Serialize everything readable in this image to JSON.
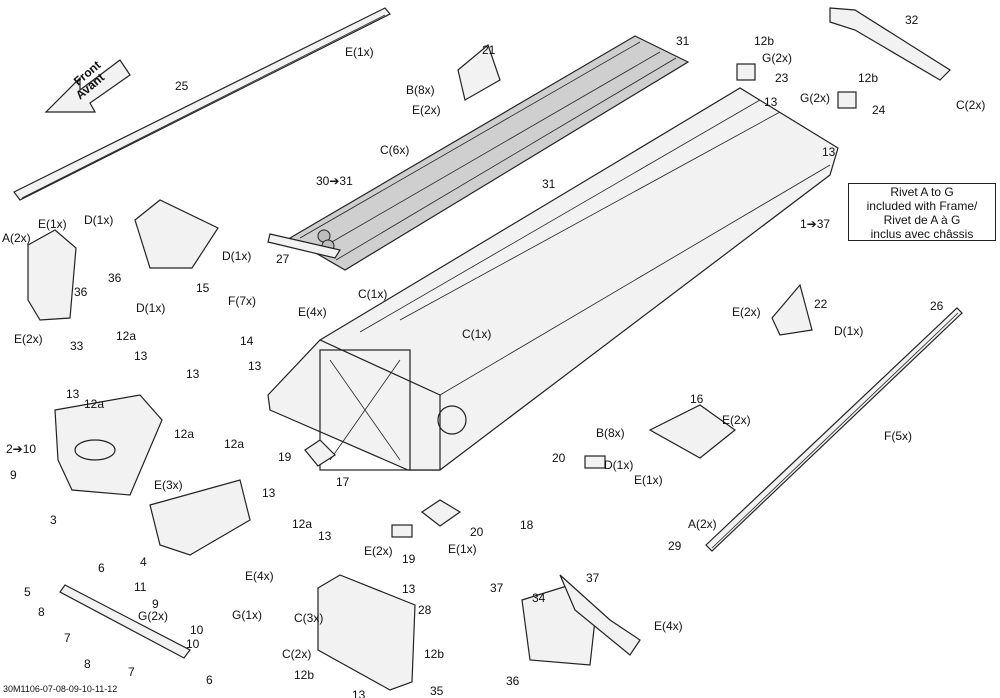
{
  "diagram": {
    "front_arrow": {
      "line1": "Front",
      "line2": "Avant"
    },
    "note": {
      "lines": [
        "Rivet A to G",
        "included with Frame/",
        "Rivet de A à G",
        "inclus avec châssis"
      ]
    },
    "drawing_code": "30M1106-07-08-09-10-11-12",
    "callouts": [
      "E(1x)",
      "25",
      "A(2x)",
      "E(1x)",
      "D(1x)",
      "D(1x)",
      "36",
      "15",
      "D(1x)",
      "36",
      "E(2x)",
      "33",
      "21",
      "B(8x)",
      "E(2x)",
      "31",
      "C(6x)",
      "30➔31",
      "31",
      "27",
      "12b",
      "G(2x)",
      "23",
      "13",
      "12b",
      "G(2x)",
      "24",
      "13",
      "32",
      "C(2x)",
      "1➔37",
      "F(7x)",
      "E(4x)",
      "C(1x)",
      "C(1x)",
      "14",
      "13",
      "12a",
      "13",
      "13",
      "12a",
      "13",
      "12a",
      "2➔10",
      "9",
      "3",
      "12a",
      "13",
      "E(3x)",
      "19",
      "17",
      "12a",
      "13",
      "4",
      "5",
      "11",
      "6",
      "9",
      "G(2x)",
      "10",
      "8",
      "7",
      "10",
      "8",
      "7",
      "6",
      "G(1x)",
      "E(4x)",
      "B(8x)",
      "E(2x)",
      "22",
      "D(1x)",
      "16",
      "E(2x)",
      "20",
      "D(1x)",
      "E(1x)",
      "26",
      "F(5x)",
      "18",
      "20",
      "E(2x)",
      "19",
      "E(1x)",
      "A(2x)",
      "29",
      "13",
      "C(3x)",
      "28",
      "12b",
      "C(2x)",
      "12b",
      "13",
      "35",
      "37",
      "37",
      "34",
      "E(4x)",
      "36"
    ]
  }
}
